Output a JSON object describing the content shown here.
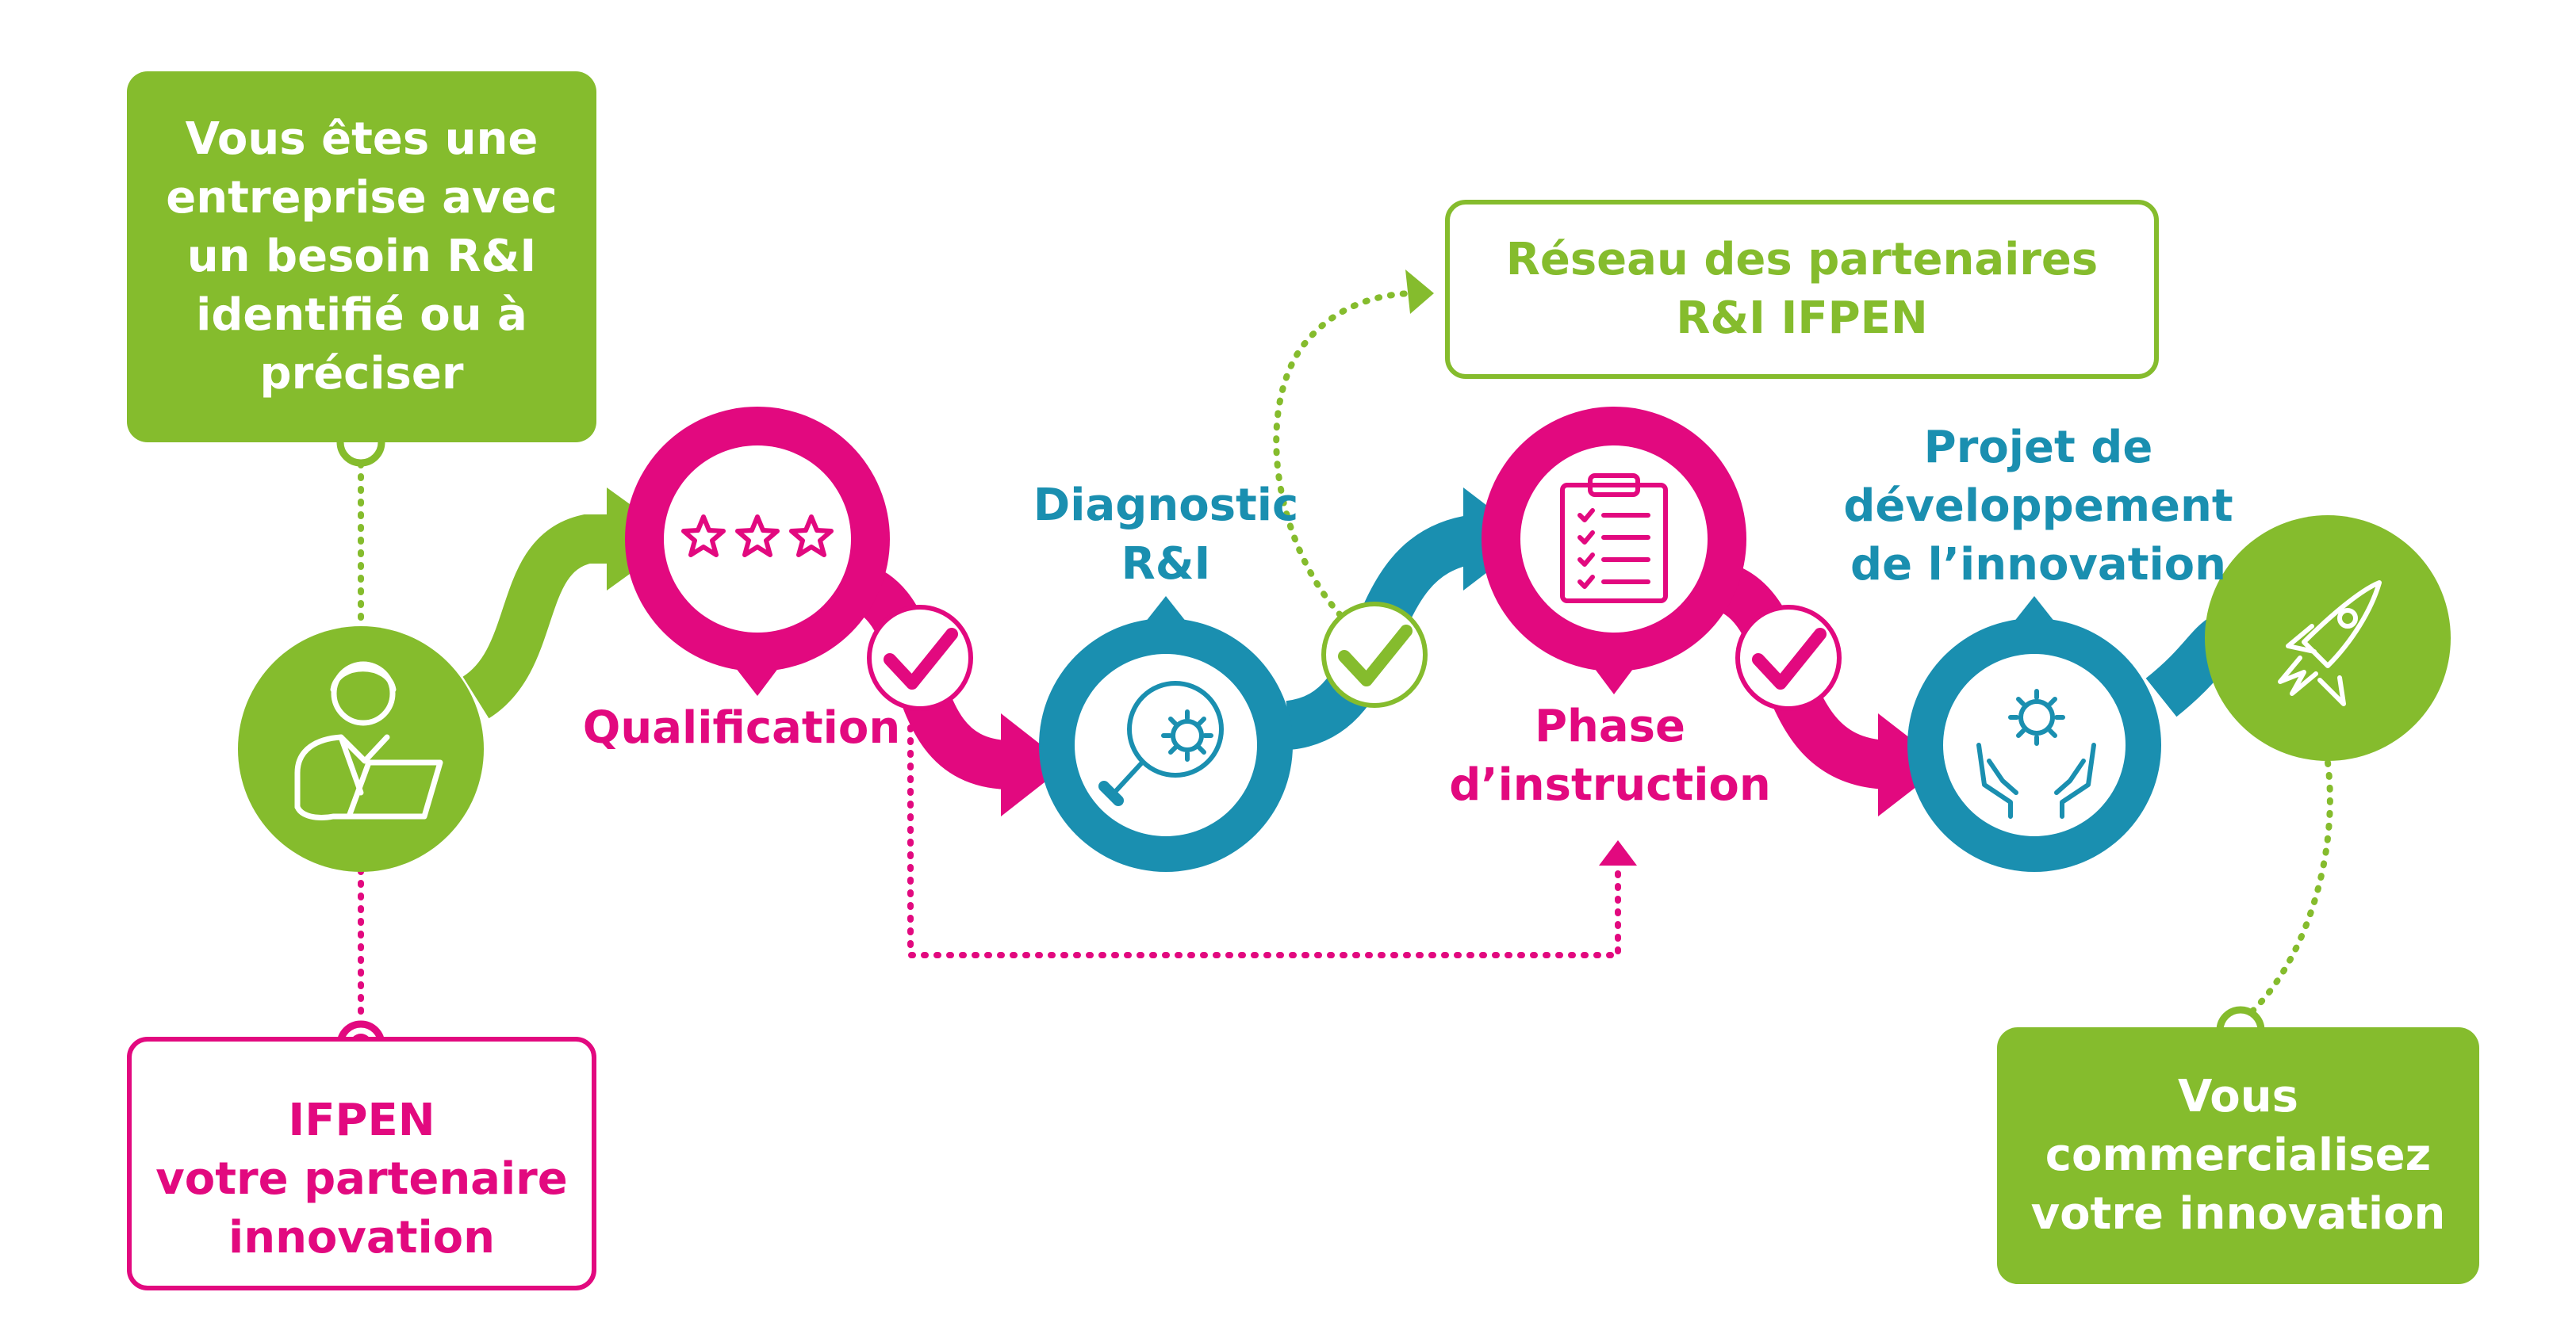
{
  "colors": {
    "green": "#85bc2d",
    "pink": "#e2097f",
    "blue": "#1a8fb0",
    "white": "#ffffff"
  },
  "boxes": {
    "start": {
      "lines": [
        "Vous êtes une",
        "entreprise avec",
        "un besoin R&I",
        "identifié ou à",
        "préciser"
      ]
    },
    "partner": {
      "lines": [
        "IFPEN",
        "votre partenaire",
        "innovation"
      ]
    },
    "network": {
      "lines": [
        "Réseau des partenaires",
        "R&I IFPEN"
      ]
    },
    "commercialize": {
      "lines": [
        "Vous",
        "commercialisez",
        "votre innovation"
      ]
    }
  },
  "steps": [
    {
      "id": "company",
      "icon": "person-laptop-icon"
    },
    {
      "id": "qualification",
      "label_lines": [
        "Qualification"
      ],
      "icon": "three-stars-icon"
    },
    {
      "id": "diagnostic",
      "label_lines": [
        "Diagnostic",
        "R&I"
      ],
      "icon": "magnifier-gear-icon"
    },
    {
      "id": "instruction",
      "label_lines": [
        "Phase",
        "d’instruction"
      ],
      "icon": "clipboard-checklist-icon"
    },
    {
      "id": "project",
      "label_lines": [
        "Projet de",
        "développement",
        "de l’innovation"
      ],
      "icon": "hands-gear-icon"
    },
    {
      "id": "launch",
      "icon": "rocket-icon"
    }
  ]
}
